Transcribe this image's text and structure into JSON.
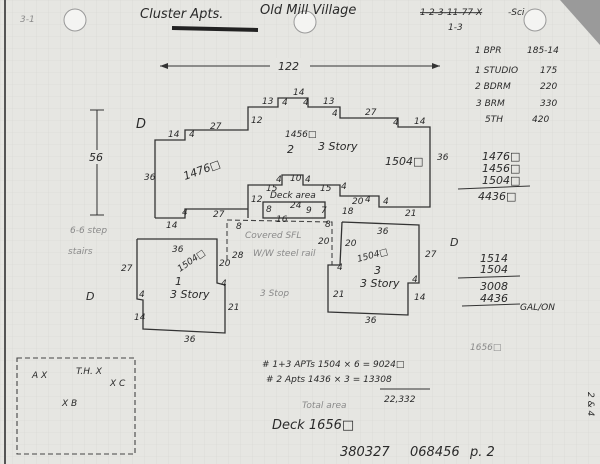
{
  "header": {
    "title": "Cluster Apts.",
    "subtitle": "Old Mill Village",
    "struck_ref": "1-2-3-11-77-X",
    "ref_suffix": "-Sci",
    "ref_below": "1-3",
    "corner": "3-1"
  },
  "rates": [
    {
      "unit": "1 BPR",
      "price": "185-14"
    },
    {
      "unit": "1 STUDIO",
      "price": "175"
    },
    {
      "unit": "2 BDRM",
      "price": "220"
    },
    {
      "unit": "3 BRM",
      "price": "330"
    },
    {
      "unit": "5TH",
      "price": "420"
    }
  ],
  "area_sum": {
    "items": [
      "1476□",
      "1456□",
      "1504□"
    ],
    "total": "4436□"
  },
  "plan": {
    "overall_width": "122",
    "overall_depth": "56",
    "dims": [
      "14",
      "13",
      "4",
      "4",
      "13",
      "4",
      "27",
      "4",
      "14",
      "12",
      "14",
      "4",
      "27",
      "36",
      "36",
      "14",
      "4",
      "27",
      "8",
      "12",
      "15",
      "4",
      "10",
      "4",
      "15",
      "4",
      "8",
      "24",
      "9",
      "7",
      "16",
      "8",
      "18",
      "20",
      "4",
      "4",
      "21",
      "36",
      "27",
      "4",
      "14",
      "36",
      "20",
      "4",
      "21",
      "28",
      "36",
      "20",
      "27",
      "4",
      "14",
      "36",
      "4",
      "21",
      "20"
    ],
    "bldg2": {
      "area": "1456□",
      "number": "2",
      "stories": "3 Story",
      "area_right": "1504□",
      "area_left": "1476□"
    },
    "deck": "Deck area",
    "stair": {
      "covered": "Covered SFL",
      "rail": "W/W steel rail",
      "stop": "3 Stop"
    },
    "bldg1": {
      "area": "1504□",
      "number": "1",
      "stories": "3 Story"
    },
    "bldg3": {
      "area": "1504□",
      "number": "3",
      "stories": "3 Story"
    },
    "markers": [
      "D",
      "D",
      "D"
    ],
    "left_note": [
      "6-6 step",
      "stairs"
    ]
  },
  "right_calc": {
    "a": "1514",
    "b": "1504",
    "sum": "3008",
    "c": "4436",
    "unit": "GAL/ON",
    "faint": "1656□"
  },
  "box": {
    "a": "A X",
    "th": "T.H. X",
    "c": "X C",
    "b": "X B"
  },
  "totals": {
    "line1": "# 1+3 APTs 1504 × 6 = 9024□",
    "line2": "# 2 Apts 1436 × 3 = 13308",
    "label": "Total area",
    "total": "22,332",
    "deck": "Deck 1656□"
  },
  "footer": {
    "id1": "380327",
    "id2": "068456",
    "page": "p. 2",
    "side": "2 & 4"
  }
}
